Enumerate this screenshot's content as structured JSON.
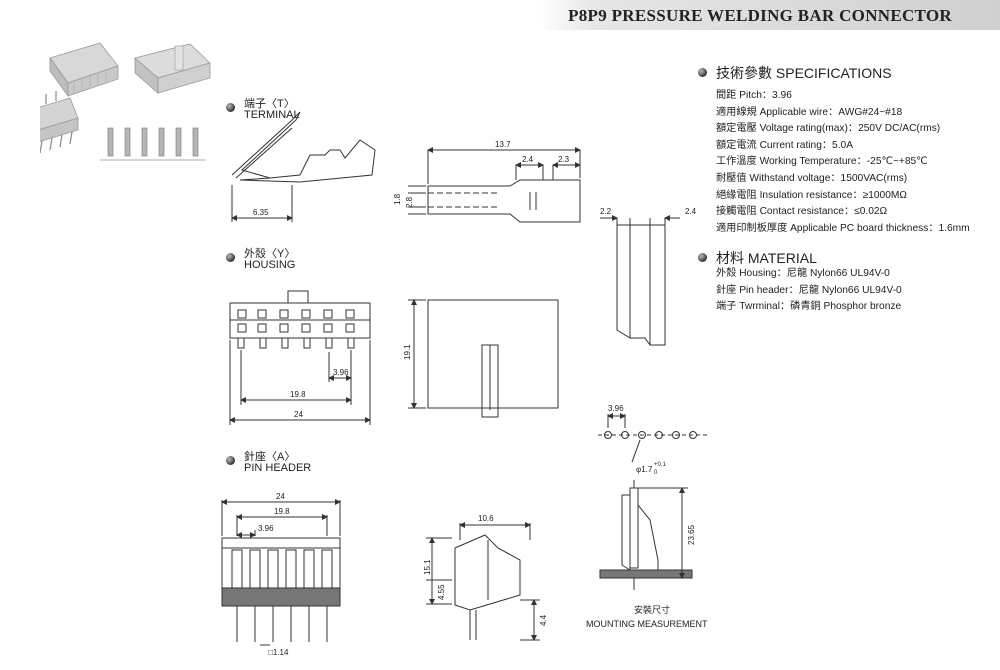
{
  "header": {
    "title": "P8P9 PRESSURE WELDING BAR CONNECTOR"
  },
  "sections": {
    "terminal": {
      "cn": "端子〈T〉",
      "en": "TERMINAL"
    },
    "housing": {
      "cn": "外殼〈Y〉",
      "en": "HOUSING"
    },
    "pin_header": {
      "cn": "針座〈A〉",
      "en": "PIN HEADER"
    }
  },
  "specs": {
    "heading": "技術參數  SPECIFICATIONS",
    "items": [
      "間距 Pitch：3.96",
      "適用線規 Applicable wire：AWG#24~#18",
      "額定電壓 Voltage rating(max)：250V DC/AC(rms)",
      "額定電流 Current rating：5.0A",
      "工作溫度 Working Temperature：-25℃~+85℃",
      "耐壓值 Withstand voltage：1500VAC(rms)",
      "絕緣電阻 Insulation resistance：≥1000MΩ",
      "接觸電阻 Contact resistance：≤0.02Ω",
      "適用印制板厚度 Applicable PC board thickness：1.6mm"
    ]
  },
  "material": {
    "heading": "材料  MATERIAL",
    "items": [
      "外殼 Housing：尼龍 Nylon66  UL94V-0",
      "針座 Pin header：尼龍 Nylon66  UL94V-0",
      "端子 Twrminal：磷青銅 Phosphor bronze"
    ]
  },
  "dims": {
    "terminal_6_35": "6.35",
    "terminal_13_7": "13.7",
    "terminal_2_4a": "2.4",
    "terminal_2_3": "2.3",
    "terminal_1_8": "1.8",
    "terminal_2_8": "2.8",
    "side_2_2": "2.2",
    "side_2_4": "2.4",
    "housing_3_96": "3.96",
    "housing_19_8": "19.8",
    "housing_24": "24",
    "housing_19_1": "19.1",
    "mount_3_96": "3.96",
    "mount_phi": "φ1.7",
    "mount_tol": "+0.1",
    "mount_tol0": "0",
    "mount_23_65": "23.65",
    "pin_24": "24",
    "pin_19_8": "19.8",
    "pin_3_96": "3.96",
    "pin_1_14": "□1.14",
    "pin_10_6": "10.6",
    "pin_15_1": "15.1",
    "pin_4_55": "4.55",
    "pin_4_4": "4.4"
  },
  "mounting": {
    "cn": "安裝尺寸",
    "en": "MOUNTING MEASUREMENT"
  },
  "colors": {
    "line": "#333333",
    "body": "#f4f4f4",
    "accent": "#cfcfcf"
  }
}
